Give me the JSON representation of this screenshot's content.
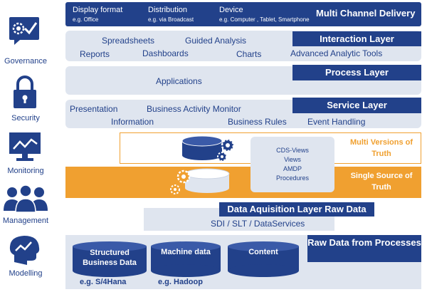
{
  "sidebar": {
    "items": [
      {
        "icon": "gear-check-icon",
        "label": "Governance"
      },
      {
        "icon": "lock-icon",
        "label": "Security"
      },
      {
        "icon": "monitor-chart-icon",
        "label": "Monitoring"
      },
      {
        "icon": "people-icon",
        "label": "Management"
      },
      {
        "icon": "brain-chart-icon",
        "label": "Modelling"
      }
    ]
  },
  "delivery": {
    "title": "Multi Channel Delivery",
    "columns": [
      {
        "heading": "Display format",
        "example": "e.g. Office"
      },
      {
        "heading": "Distribution",
        "example": "e.g. via Broadcast"
      },
      {
        "heading": "Device",
        "example": "e.g. Computer , Tablet, Smartphone"
      }
    ]
  },
  "interaction": {
    "title": "Interaction Layer",
    "items": [
      "Spreadsheets",
      "Guided Analysis",
      "Reports",
      "Dashboards",
      "Charts",
      "Advanced Analytic Tools"
    ]
  },
  "process": {
    "title": "Process Layer",
    "items": [
      "Applications"
    ]
  },
  "service": {
    "title": "Service Layer",
    "items": [
      "Presentation",
      "Business Activity Monitor",
      "Information",
      "Business Rules",
      "Event Handling"
    ]
  },
  "truth": {
    "multi_versions": "Multi Versions of Truth",
    "single_source": "Single Source of Truth",
    "cds_items": [
      "CDS-Views",
      "Views",
      "AMDP",
      "Procedures"
    ]
  },
  "acquisition": {
    "title": "Data Aquisition Layer Raw Data",
    "items": "SDI / SLT / DataServices"
  },
  "raw": {
    "title": "Raw Data from Processes",
    "sources": [
      {
        "label": "Structured Business Data",
        "example": "e.g. S/4Hana"
      },
      {
        "label": "Machine data",
        "example": "e.g. Hadoop"
      },
      {
        "label": "Content",
        "example": ""
      }
    ]
  },
  "colors": {
    "dark_blue": "#22418a",
    "light_panel": "#dfe5ef",
    "orange": "#f0a030"
  }
}
